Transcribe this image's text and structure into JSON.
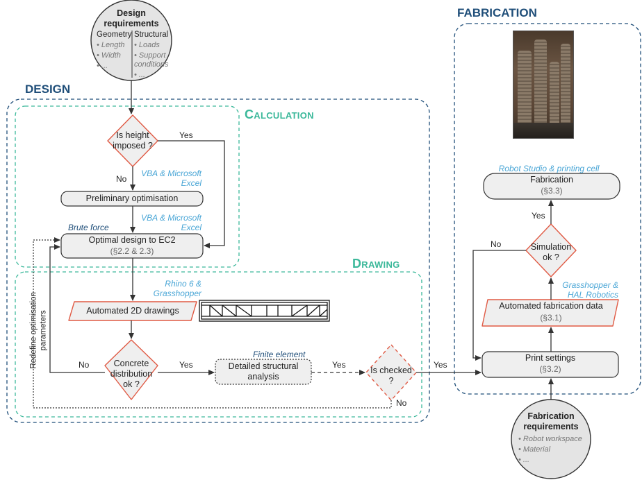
{
  "sections": {
    "design": "DESIGN",
    "fabrication": "FABRICATION",
    "calculation": "Calculation",
    "drawing": "Drawing"
  },
  "design_requirements": {
    "title": "Design requirements",
    "geometry_heading": "Geometry",
    "geometry_items": [
      "• Length",
      "• Width",
      "• ..."
    ],
    "structural_heading": "Structural",
    "structural_items": [
      "• Loads",
      "• Support conditions",
      "• ..."
    ]
  },
  "fabrication_requirements": {
    "title": "Fabrication requirements",
    "items": [
      "• Robot workspace",
      "• Material",
      "• ..."
    ]
  },
  "nodes": {
    "height_decision": "Is height imposed ?",
    "preliminary": "Preliminary optimisation",
    "optimal_design": "Optimal design to EC2",
    "optimal_design_ref": "(§2.2 & 2.3)",
    "auto_drawings": "Automated 2D drawings",
    "concrete_decision": "Concrete distribution ok ?",
    "structural_analysis": "Detailed structural analysis",
    "checked_decision": "Is checked ?",
    "print_settings": "Print settings",
    "print_settings_ref": "(§3.2)",
    "auto_fab_data": "Automated fabrication data",
    "auto_fab_data_ref": "(§3.1)",
    "simulation_decision": "Simulation ok ?",
    "fabrication": "Fabrication",
    "fabrication_ref": "(§3.3)"
  },
  "tools": {
    "vba_excel_1": "VBA & Microsoft Excel",
    "vba_excel_2": "VBA & Microsoft Excel",
    "brute_force": "Brute force",
    "rhino": "Rhino 6 & Grasshopper",
    "finite_element": "Finite element",
    "grasshopper_hal": "Grasshopper & HAL Robotics",
    "robot_studio": "Robot Studio & printing cell"
  },
  "edge_labels": {
    "yes_height": "Yes",
    "no_height": "No",
    "no_concrete": "No",
    "yes_concrete": "Yes",
    "yes_analysis": "Yes",
    "yes_checked": "Yes",
    "no_checked": "No",
    "no_simulation": "No",
    "yes_simulation": "Yes",
    "redefine": "Redefine optimisation parameters"
  },
  "colors": {
    "navy": "#1f4e79",
    "teal": "#3bb89a",
    "tool_blue": "#4aa6d6",
    "decision_red": "#e05a44",
    "node_fill": "#efefef",
    "circle_fill": "#e4e4e4"
  }
}
